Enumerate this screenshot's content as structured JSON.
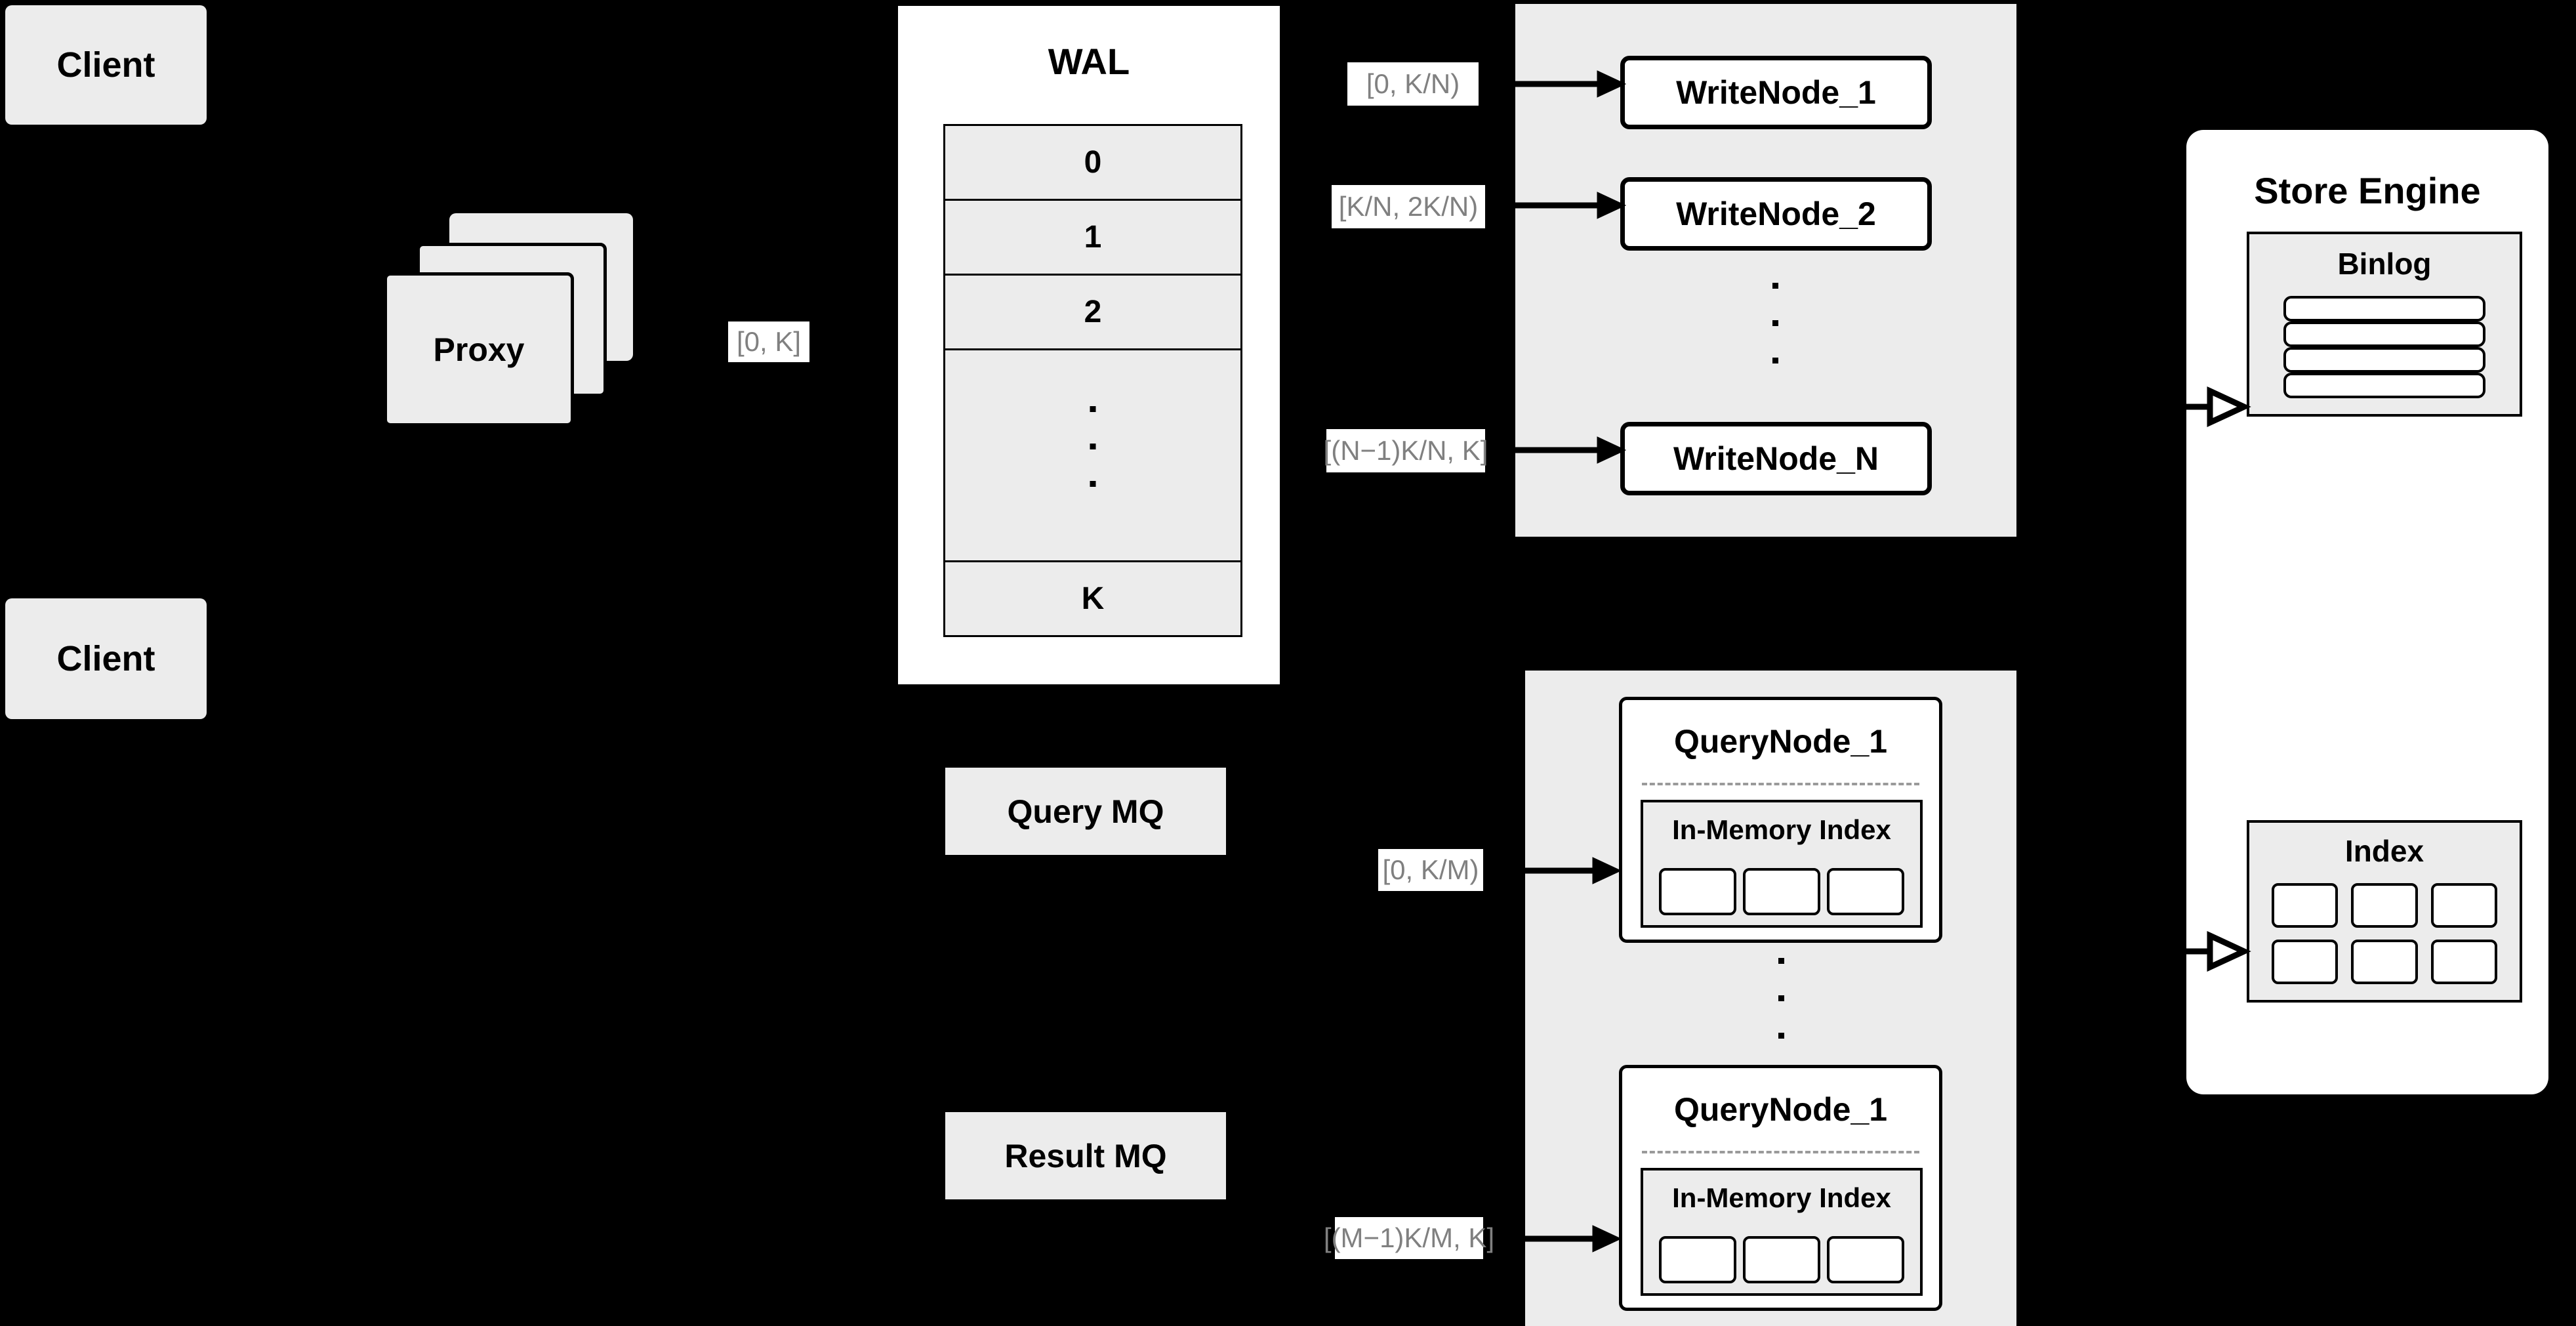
{
  "diagram": {
    "title": "Distributed Write/Query Architecture",
    "background_color": "#000000",
    "node_fill": "#ececec",
    "panel_fill": "#ffffff",
    "label_text_color": "#808080",
    "stroke_color": "#000000"
  },
  "clients": [
    {
      "label": "Client"
    },
    {
      "label": "Client"
    }
  ],
  "proxy": {
    "label": "Proxy",
    "stack_count": 3
  },
  "edge_labels": {
    "proxy_to_wal": "[0, K]",
    "wal_to_write_1": "[0,  K/N)",
    "wal_to_write_2": "[K/N, 2K/N)",
    "wal_to_write_n": "[(N−1)K/N,  K]",
    "mq_to_query_1": "[0, K/M)",
    "mq_to_query_m": "[(M−1)K/M, K]"
  },
  "wal": {
    "title": "WAL",
    "rows": [
      "0",
      "1",
      "2",
      "",
      "K"
    ],
    "ellipsis_row_index": 3,
    "ellipsis_dots": 3
  },
  "message_queues": [
    {
      "label": "Query MQ"
    },
    {
      "label": "Result MQ"
    }
  ],
  "write_cluster": {
    "nodes": [
      {
        "label": "WriteNode_1"
      },
      {
        "label": "WriteNode_2"
      },
      {
        "label": "WriteNode_N"
      }
    ],
    "ellipsis_dots": 3
  },
  "query_cluster": {
    "nodes": [
      {
        "label": "QueryNode_1",
        "index": {
          "label": "In-Memory Index",
          "cells": [
            "",
            "",
            ""
          ]
        }
      },
      {
        "label": "QueryNode_1",
        "index": {
          "label": "In-Memory Index",
          "cells": [
            "",
            "",
            ""
          ]
        }
      }
    ],
    "ellipsis_dots": 3
  },
  "store_engine": {
    "title": "Store Engine",
    "binlog": {
      "label": "Binlog",
      "segments": [
        "",
        "",
        "",
        ""
      ]
    },
    "index": {
      "label": "Index",
      "cells": [
        "",
        "",
        "",
        "",
        "",
        ""
      ]
    }
  },
  "arrows": {
    "filled_arrow_icon": "solid-arrowhead-right",
    "open_arrow_icon": "open-arrowhead-right"
  }
}
